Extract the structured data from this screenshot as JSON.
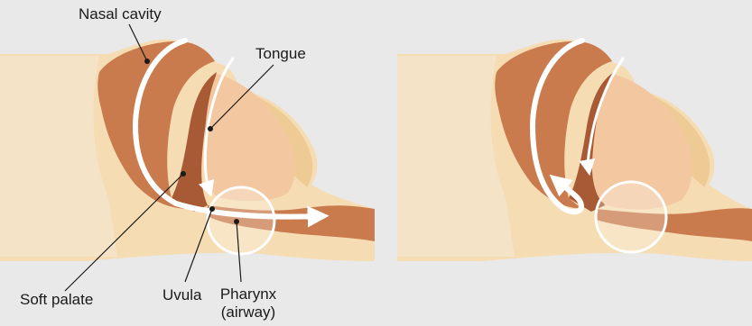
{
  "labels": {
    "nasal_cavity": "Nasal cavity",
    "tongue": "Tongue",
    "soft_palate": "Soft palate",
    "uvula": "Uvula",
    "pharynx_line1": "Pharynx",
    "pharynx_line2": "(airway)"
  },
  "panels": [
    {
      "airway_state": "open"
    },
    {
      "airway_state": "obstructed"
    }
  ],
  "colors": {
    "background": "#e9e9ea",
    "skin": "#f6dcb3",
    "skin_shadow": "#eecb95",
    "tissue": "#c97b4e",
    "tissue_dark": "#a85a34",
    "tongue": "#f3c8a0",
    "airflow": "#ffffff"
  }
}
